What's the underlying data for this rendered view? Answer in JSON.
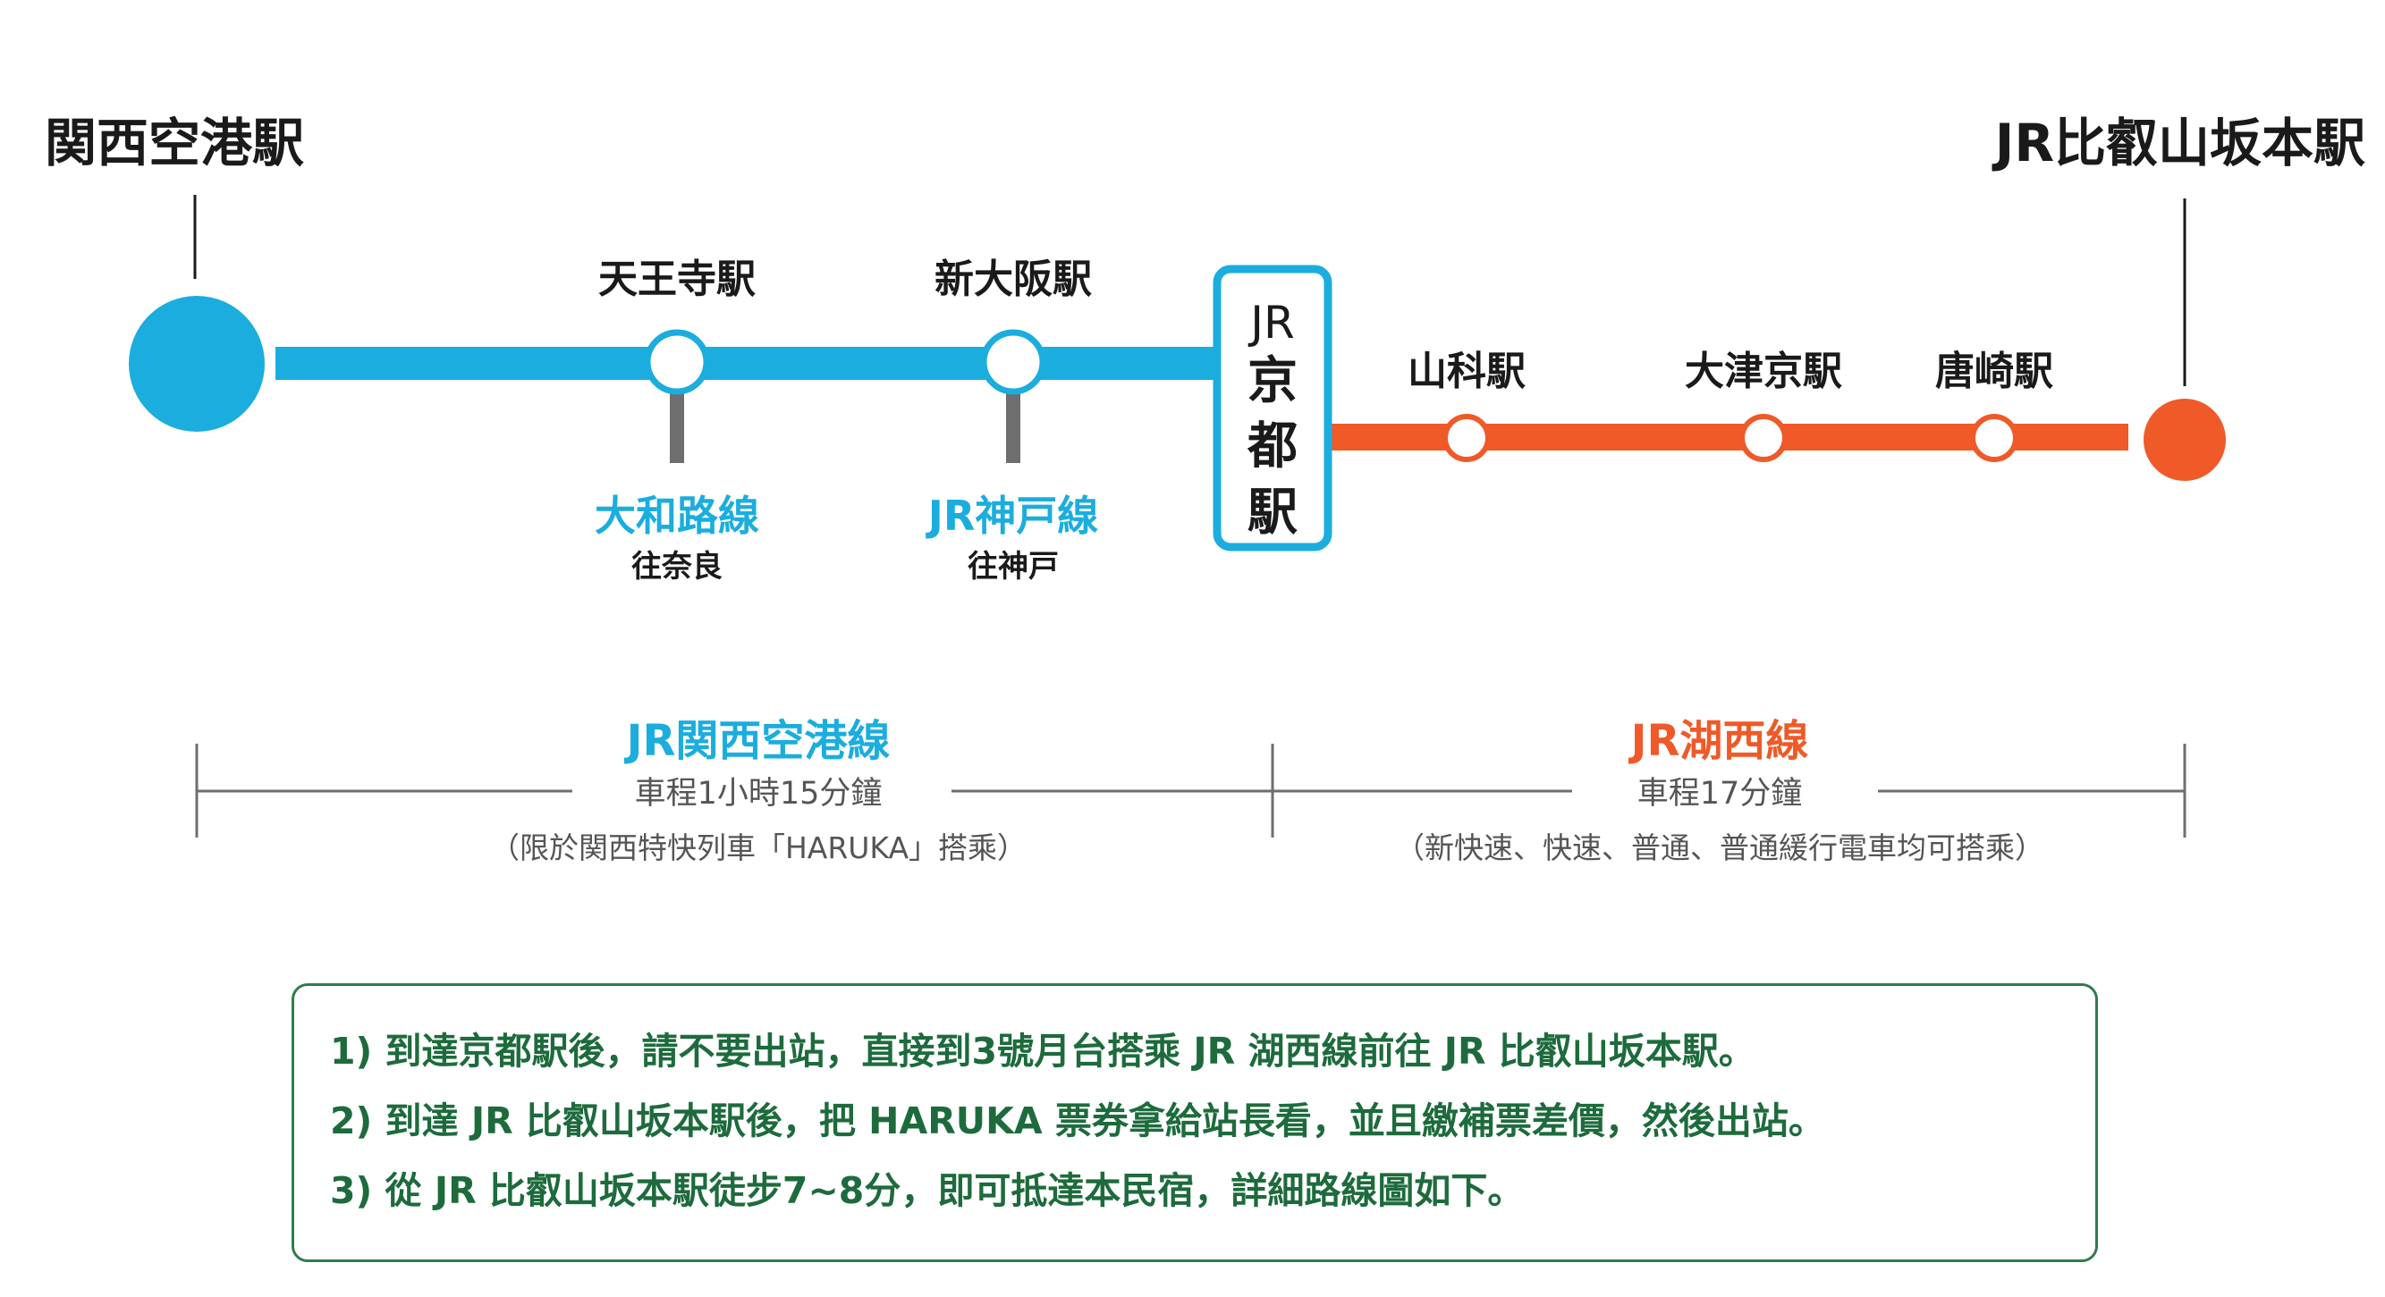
{
  "colors": {
    "kansai_line": "#1badde",
    "kosei_line": "#ef5a28",
    "branch_stub": "#6e6e6e",
    "timeline": "#6e6e6e",
    "notes_text": "#1d6b3c",
    "notes_border": "#2e7d4f"
  },
  "origin": {
    "name": "関西空港駅"
  },
  "destination": {
    "name": "JR比叡山坂本駅"
  },
  "transfer": {
    "line_prefix": "JR",
    "chars": [
      "京",
      "都",
      "駅"
    ]
  },
  "kansai_stations": [
    {
      "name": "天王寺駅",
      "branch_line": "大和路線",
      "branch_dir": "往奈良"
    },
    {
      "name": "新大阪駅",
      "branch_line": "JR神戸線",
      "branch_dir": "往神戸"
    }
  ],
  "kosei_stations": [
    {
      "name": "山科駅"
    },
    {
      "name": "大津京駅"
    },
    {
      "name": "唐崎駅"
    }
  ],
  "sections": [
    {
      "name": "JR関西空港線",
      "time": "車程1小時15分鐘",
      "note": "（限於関西特快列車「HARUKA」搭乘）"
    },
    {
      "name": "JR湖西線",
      "time": "車程17分鐘",
      "note": "（新快速、快速、普通、普通緩行電車均可搭乘）"
    }
  ],
  "notes": [
    "1) 到達京都駅後，請不要出站，直接到3號月台搭乘 JR 湖西線前往 JR 比叡山坂本駅。",
    "2) 到達 JR 比叡山坂本駅後，把 HARUKA 票券拿給站長看，並且繳補票差價，然後出站。",
    "3) 從 JR 比叡山坂本駅徒步7~8分，即可抵達本民宿，詳細路線圖如下。"
  ]
}
